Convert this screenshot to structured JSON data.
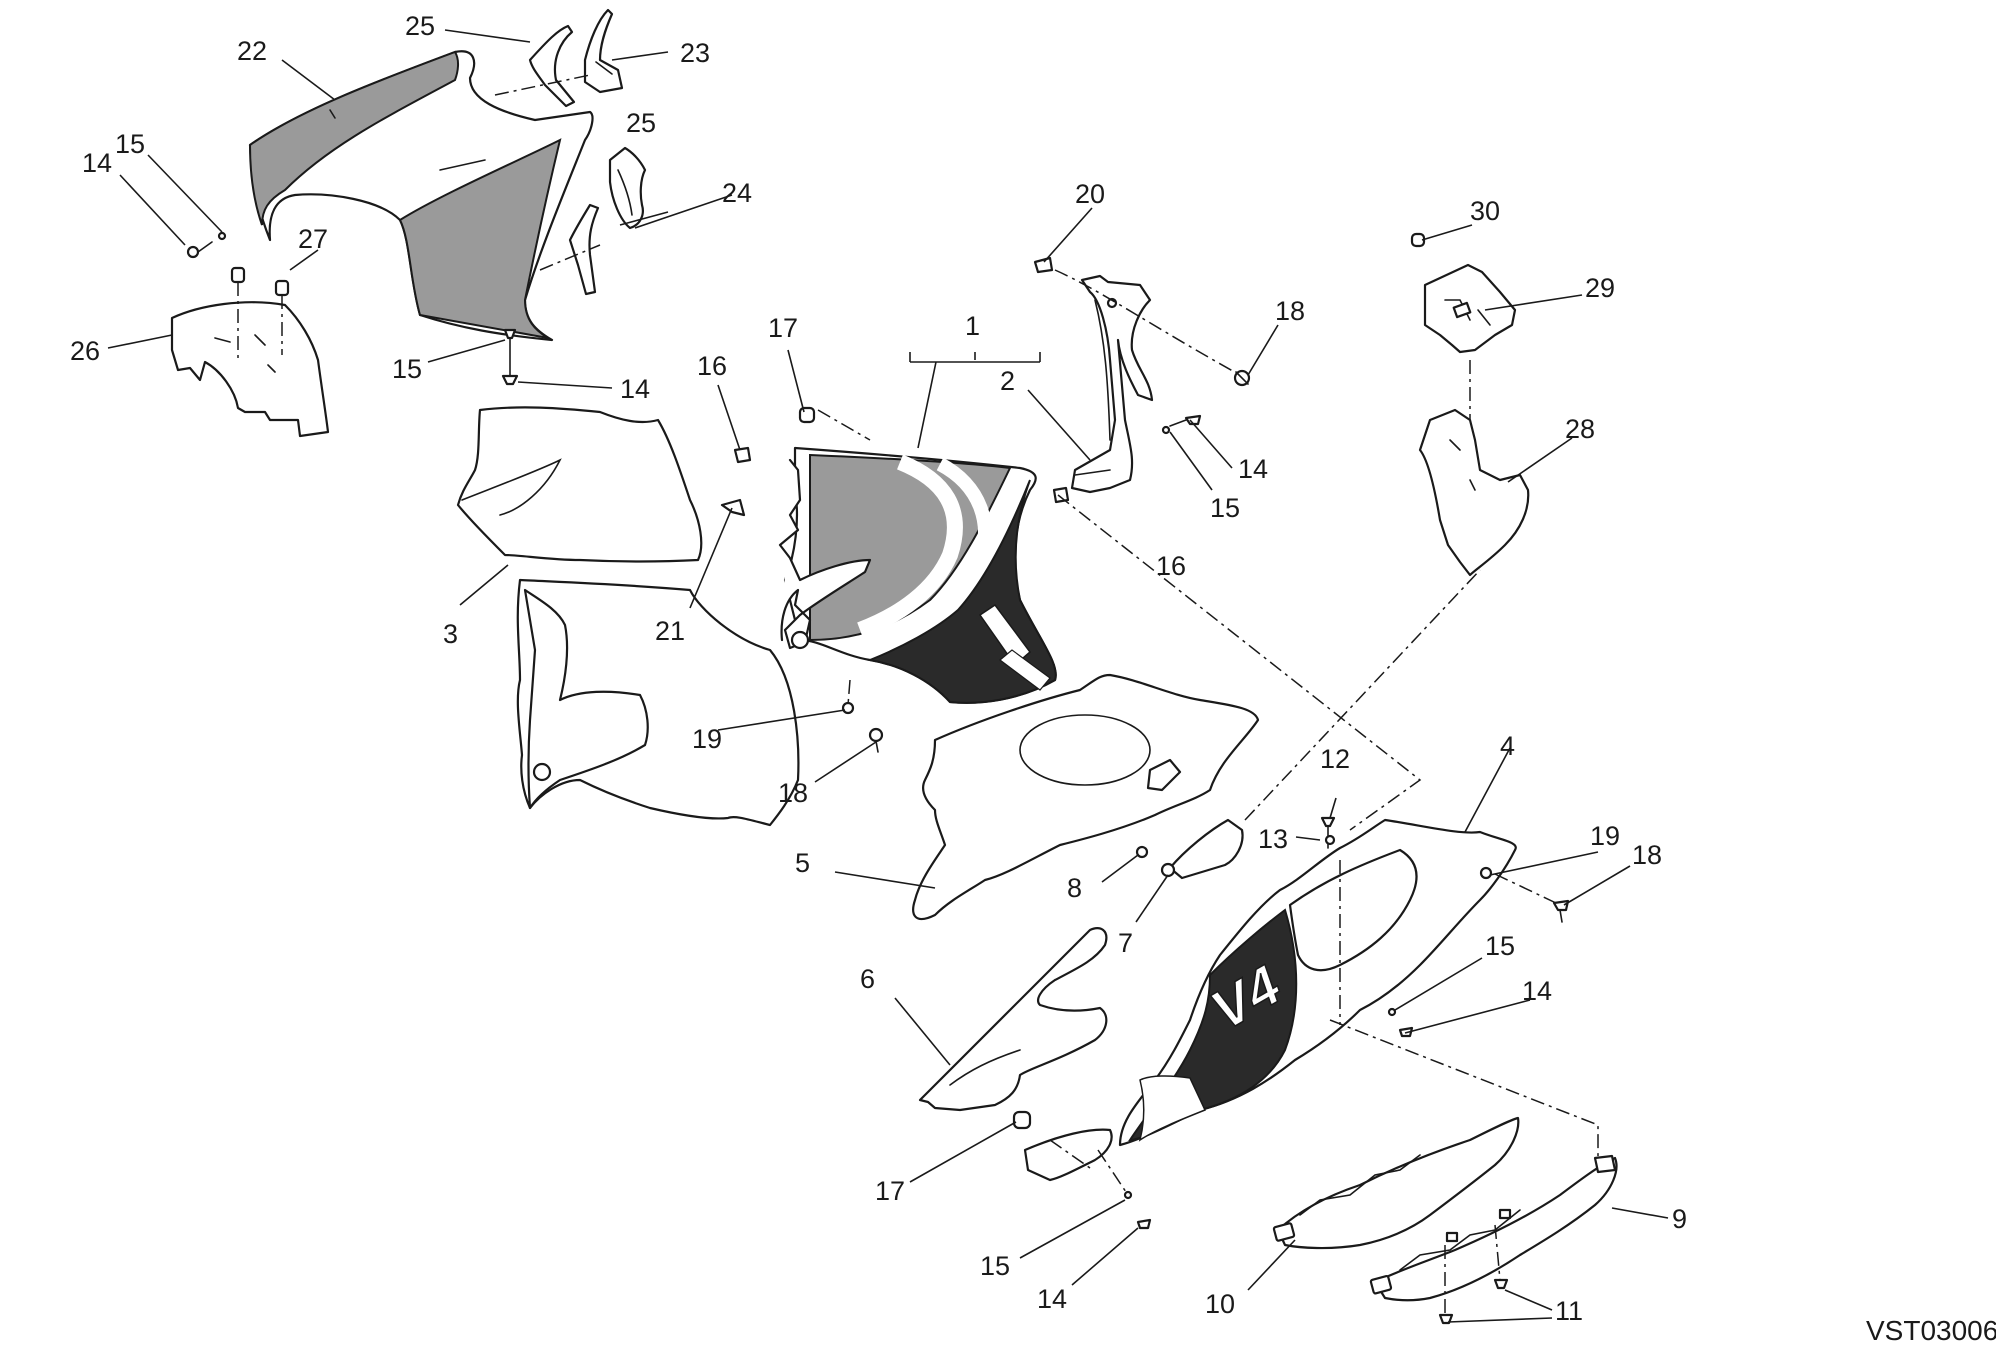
{
  "drawing_code": "VST03006",
  "callouts": [
    "25",
    "22",
    "23",
    "14",
    "15",
    "25",
    "24",
    "27",
    "26",
    "15",
    "14",
    "20",
    "18",
    "30",
    "29",
    "1",
    "17",
    "16",
    "2",
    "28",
    "14",
    "15",
    "3",
    "21",
    "16",
    "19",
    "18",
    "12",
    "4",
    "13",
    "5",
    "8",
    "19",
    "18",
    "7",
    "15",
    "6",
    "14",
    "17",
    "9",
    "15",
    "14",
    "10",
    "11"
  ],
  "colors": {
    "line": "#1a1a1a",
    "gray_panel": "#9a9a9a",
    "dark_panel": "#2a2a2a",
    "background": "#ffffff"
  }
}
